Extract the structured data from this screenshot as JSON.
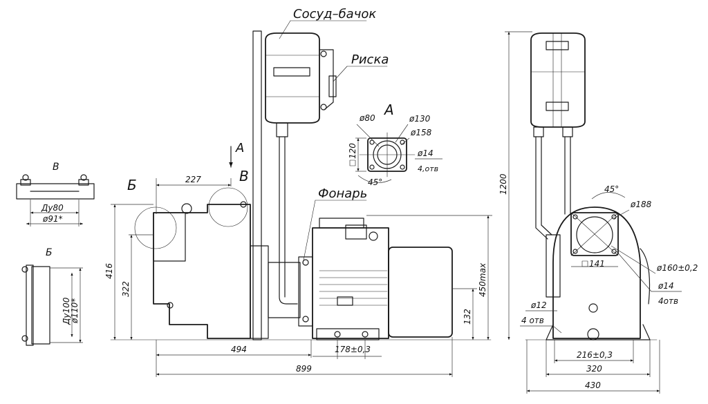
{
  "labels": {
    "tank": "Сосуд–бачок",
    "mark": "Риска",
    "lantern": "Фонарь",
    "view_a": "А",
    "arrow_a": "А",
    "section_b_front": "Б",
    "section_v_front": "В",
    "view_v": "В",
    "view_b": "Б"
  },
  "dims": {
    "d227": "227",
    "d416": "416",
    "d322": "322",
    "d494": "494",
    "d899": "899",
    "d178": "178±0,3",
    "d132": "132",
    "d450": "450max",
    "d1200": "1200",
    "d188": "ø188",
    "d141": "141",
    "d160": "ø160±0,2",
    "d14r": "ø14",
    "d4otv_r": "4отв",
    "d12": "ø12",
    "d4otv_l": "4 отв",
    "d216": "216±0,3",
    "d320": "320",
    "d430": "430",
    "a45r": "45°",
    "a80": "ø80",
    "a130": "ø130",
    "a158": "ø158",
    "a120": "120",
    "a14": "ø14",
    "a4otv": "4,отв",
    "a45": "45°",
    "v_dn80": "Ду80",
    "v_d91": "ø91*",
    "b_dn100": "Ду100",
    "b_d110": "ø110*"
  }
}
